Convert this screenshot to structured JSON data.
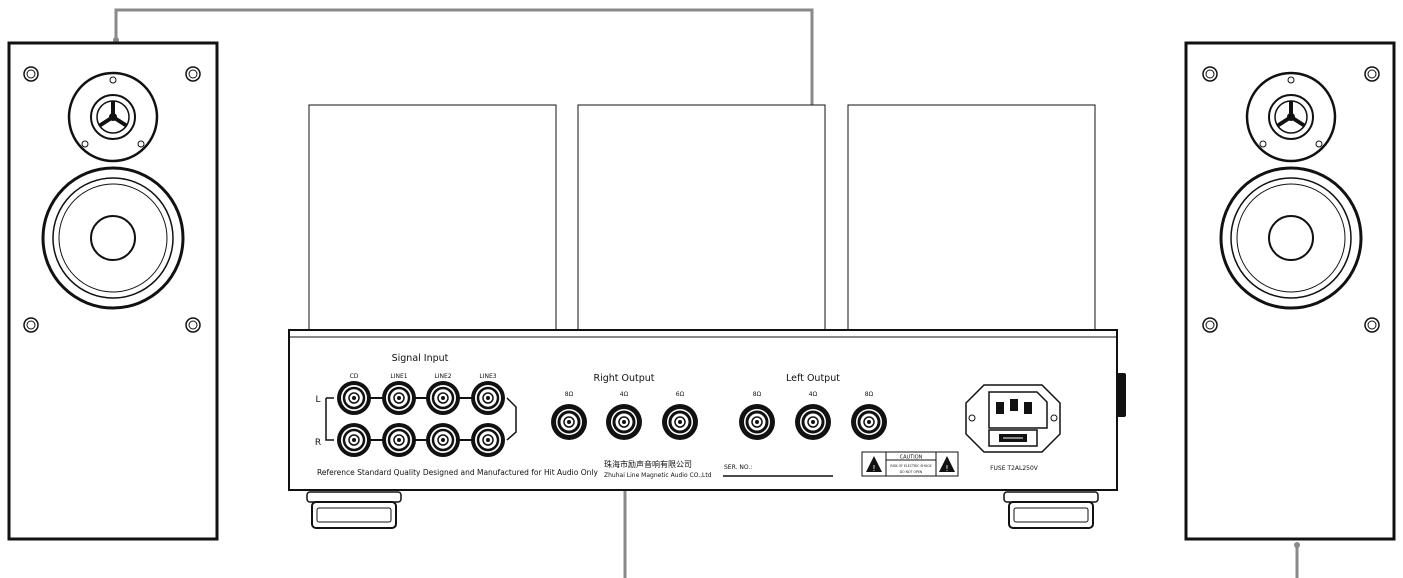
{
  "rear_panel": {
    "signal_input": {
      "title": "Signal Input",
      "inputs": [
        "CD",
        "LINE1",
        "LINE2",
        "LINE3"
      ],
      "channel_left": "L",
      "channel_right": "R"
    },
    "right_output": {
      "title": "Right Output",
      "taps": [
        "8Ω",
        "4Ω",
        "6Ω"
      ]
    },
    "left_output": {
      "title": "Left Output",
      "taps": [
        "8Ω",
        "4Ω",
        "8Ω"
      ]
    },
    "footer_text": "Reference Standard Quality Designed and Manufactured for Hit Audio Only",
    "maker_cn": "珠海市励声音响有限公司",
    "maker_en": "Zhuhai Line Magnetic Audio CO.,Ltd",
    "serial_label": "SER. NO.:",
    "caution": {
      "title": "CAUTION",
      "line1": "RISK OF ELECTRIC SHOCK",
      "line2": "DO NOT OPEN"
    },
    "fuse_label": "FUSE  T2AL250V"
  }
}
